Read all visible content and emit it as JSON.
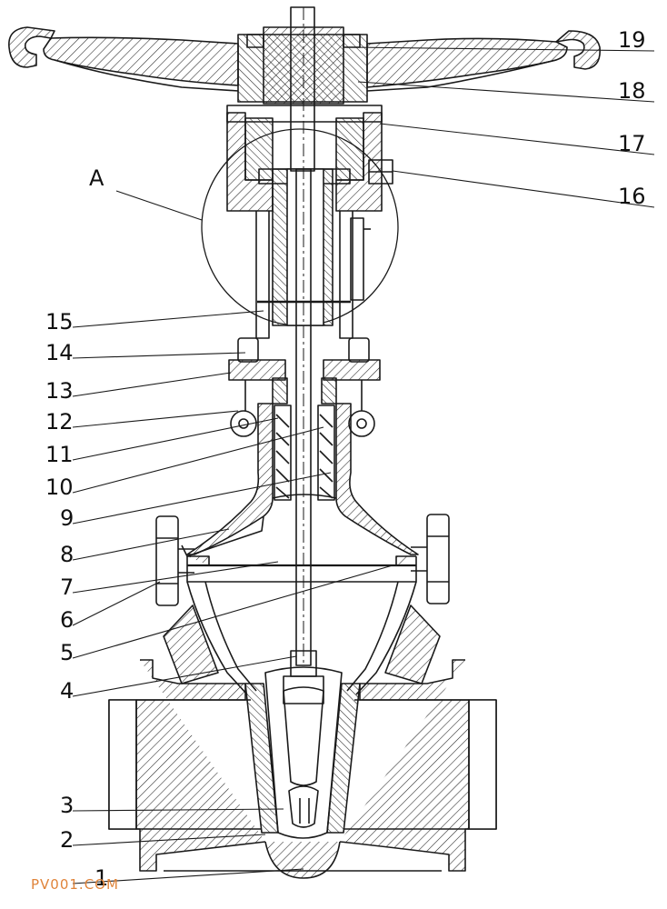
{
  "callouts": {
    "A": "A",
    "p1": "1",
    "p2": "2",
    "p3": "3",
    "p4": "4",
    "p5": "5",
    "p6": "6",
    "p7": "7",
    "p8": "8",
    "p9": "9",
    "p10": "10",
    "p11": "11",
    "p12": "12",
    "p13": "13",
    "p14": "14",
    "p15": "15",
    "p16": "16",
    "p17": "17",
    "p18": "18",
    "p19": "19"
  },
  "watermark": "PV001.COM",
  "colors": {
    "line": "#1a1a1a",
    "watermark": "#e0843a"
  }
}
